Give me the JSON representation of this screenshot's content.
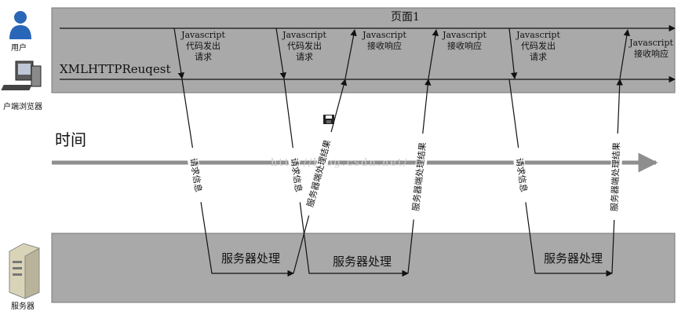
{
  "page": {
    "title": "页面1",
    "xhr_label": "XMLHTTPReuqest"
  },
  "actors": {
    "user": "用户",
    "browser": "户端浏览器",
    "server": "服务器"
  },
  "timeline": {
    "label": "时间",
    "watermark": "http://blog.csdn.net/"
  },
  "events": [
    {
      "line1": "Javascript",
      "line2": "代码发出",
      "line3": "请求"
    },
    {
      "line1": "Javascript",
      "line2": "代码发出",
      "line3": "请求"
    },
    {
      "line1": "Javascript",
      "line2": "接收响应"
    },
    {
      "line1": "Javascript",
      "line2": "接收响应"
    },
    {
      "line1": "Javascript",
      "line2": "代码发出",
      "line3": "请求"
    },
    {
      "line1": "Javascript",
      "line2": "接收响应"
    }
  ],
  "arrow_labels": {
    "request_1": "请求信息",
    "request_2": "请求信息",
    "result_1": "服务器端处理结果",
    "result_2": "服务器端处理结果",
    "request_3": "请求信息",
    "result_3": "服务器端处理结果"
  },
  "server_processes": [
    "服务器处理",
    "服务器处理",
    "服务器处理"
  ],
  "colors": {
    "band": "#a9a9a9",
    "band_border": "#777777",
    "line": "#111111",
    "timeline": "#8e8e8e"
  }
}
